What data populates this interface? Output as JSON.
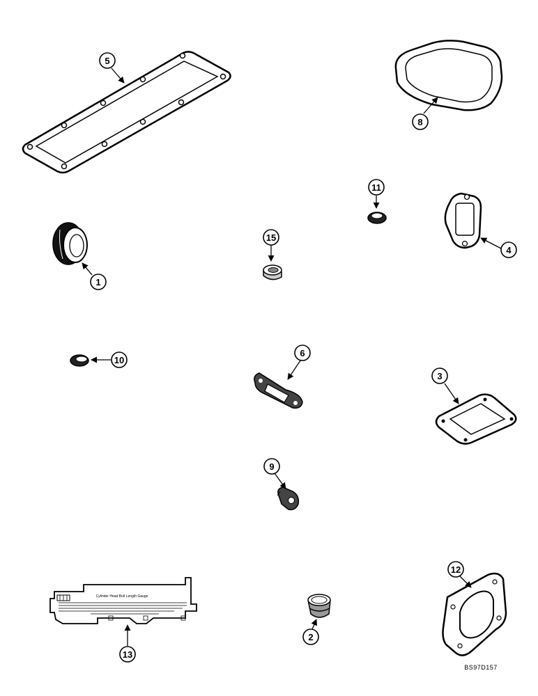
{
  "figure_ref": "BS97D157",
  "parts": [
    {
      "key": "p5",
      "label": "5"
    },
    {
      "key": "p8",
      "label": "8"
    },
    {
      "key": "p11",
      "label": "11"
    },
    {
      "key": "p4",
      "label": "4"
    },
    {
      "key": "p1",
      "label": "1"
    },
    {
      "key": "p15",
      "label": "15"
    },
    {
      "key": "p10",
      "label": "10"
    },
    {
      "key": "p6",
      "label": "6"
    },
    {
      "key": "p3",
      "label": "3"
    },
    {
      "key": "p9",
      "label": "9"
    },
    {
      "key": "p13",
      "label": "13"
    },
    {
      "key": "p2",
      "label": "2"
    },
    {
      "key": "p12",
      "label": "12"
    }
  ],
  "gauge_card": {
    "title": "Cylinder Head Bolt Length Gauge"
  }
}
